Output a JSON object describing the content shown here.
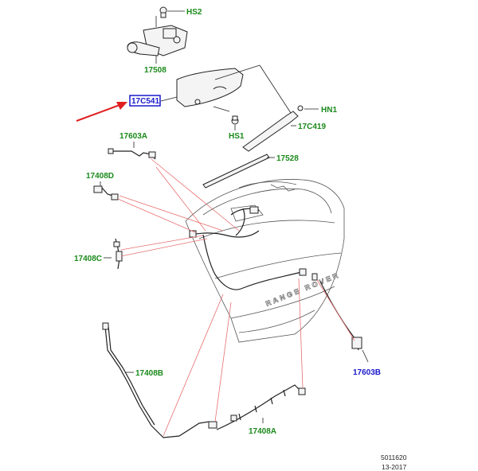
{
  "labels": {
    "hs2": "HS2",
    "p17508": "17508",
    "p17c541": "17C541",
    "hn1": "HN1",
    "p17c419": "17C419",
    "hs1": "HS1",
    "p17603a": "17603A",
    "p17528": "17528",
    "p17408d": "17408D",
    "p17408c": "17408C",
    "p17408b": "17408B",
    "p17603b": "17603B",
    "p17408a": "17408A"
  },
  "footer": {
    "code": "5011620",
    "date": "13-2017"
  },
  "body_lettering": "RANGE ROVER",
  "colors": {
    "label_green": "#1a8a1a",
    "label_blue": "#1a1acc",
    "highlight_arrow": "#e02020",
    "leader_red": "#e87070"
  }
}
